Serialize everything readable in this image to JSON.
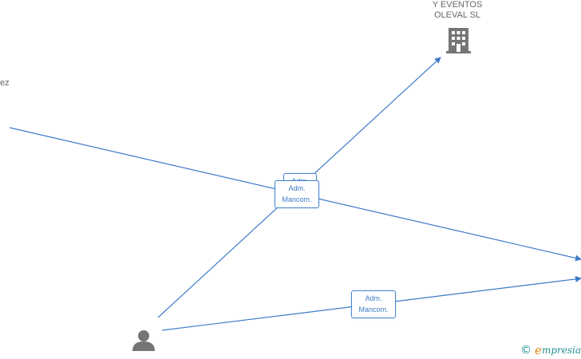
{
  "nodes": {
    "company_top": {
      "label": "Y EVENTOS\nOLEVAL  SL",
      "icon": "building-icon"
    },
    "person_left": {
      "label": "ez"
    },
    "person_bottom": {
      "label": "",
      "icon": "person-icon"
    }
  },
  "relations": {
    "rel_center_back": {
      "label": "Adm.\nMancom."
    },
    "rel_center_front": {
      "label": "Adm.\nMancom."
    },
    "rel_bottom": {
      "label": "Adm.\nMancom."
    }
  },
  "colors": {
    "edge": "#3d7bc8",
    "icon": "#757575"
  },
  "watermark": {
    "copyright": "©",
    "brand_e": "e",
    "brand_rest": "mpresia"
  }
}
